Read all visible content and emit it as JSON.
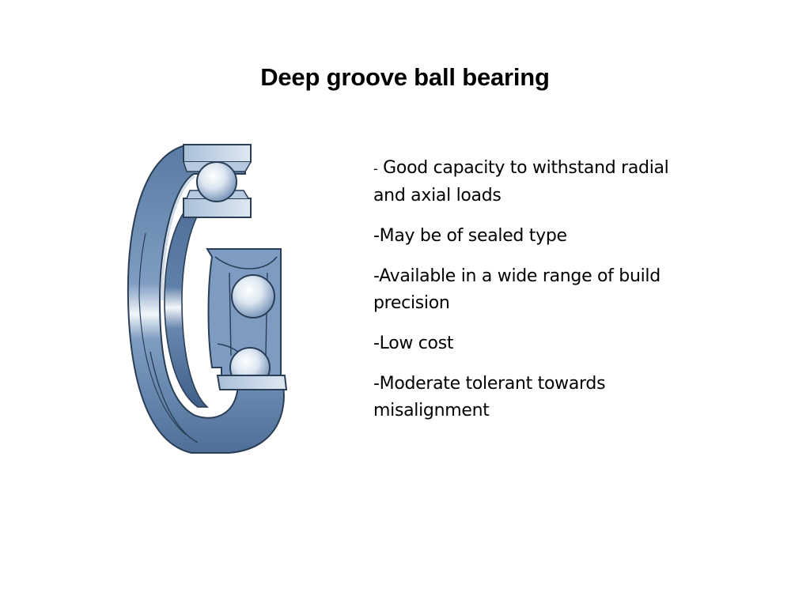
{
  "slide": {
    "title": "Deep groove ball bearing",
    "bullets": [
      {
        "prefix": "-",
        "text": " Good capacity to withstand radial and axial loads"
      },
      {
        "prefix": "",
        "text": "-May be of sealed type"
      },
      {
        "prefix": "",
        "text": "-Available in a wide range of build precision"
      },
      {
        "prefix": "",
        "text": "-Low cost"
      },
      {
        "prefix": "",
        "text": "-Moderate tolerant towards misalignment"
      }
    ]
  },
  "colors": {
    "background": "#ffffff",
    "bearing_outline": "#2a3f57",
    "bearing_ring": "#7e9cc1",
    "bearing_shadow": "#4d6b93",
    "bearing_highlight": "#eef3f8",
    "ball": "#c9d7e7"
  }
}
